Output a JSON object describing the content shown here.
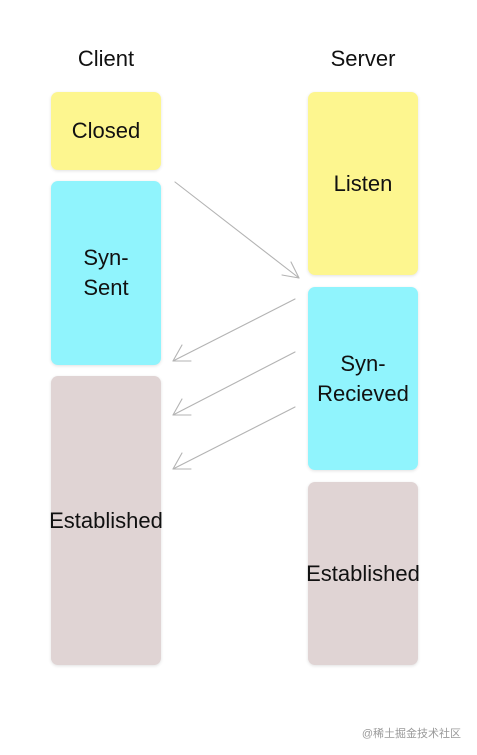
{
  "diagram": {
    "client_title": "Client",
    "server_title": "Server",
    "client_states": [
      {
        "label": "Closed",
        "color": "#fdf68f"
      },
      {
        "label": "Syn-\nSent",
        "color": "#90f4fd"
      },
      {
        "label": "Established",
        "color": "#e0d4d4"
      }
    ],
    "server_states": [
      {
        "label": "Listen",
        "color": "#fdf68f"
      },
      {
        "label": "Syn-\nRecieved",
        "color": "#90f4fd"
      },
      {
        "label": "Established",
        "color": "#e0d4d4"
      }
    ],
    "arrow_color": "#b3b3b3"
  },
  "watermark": "@稀土掘金技术社区"
}
